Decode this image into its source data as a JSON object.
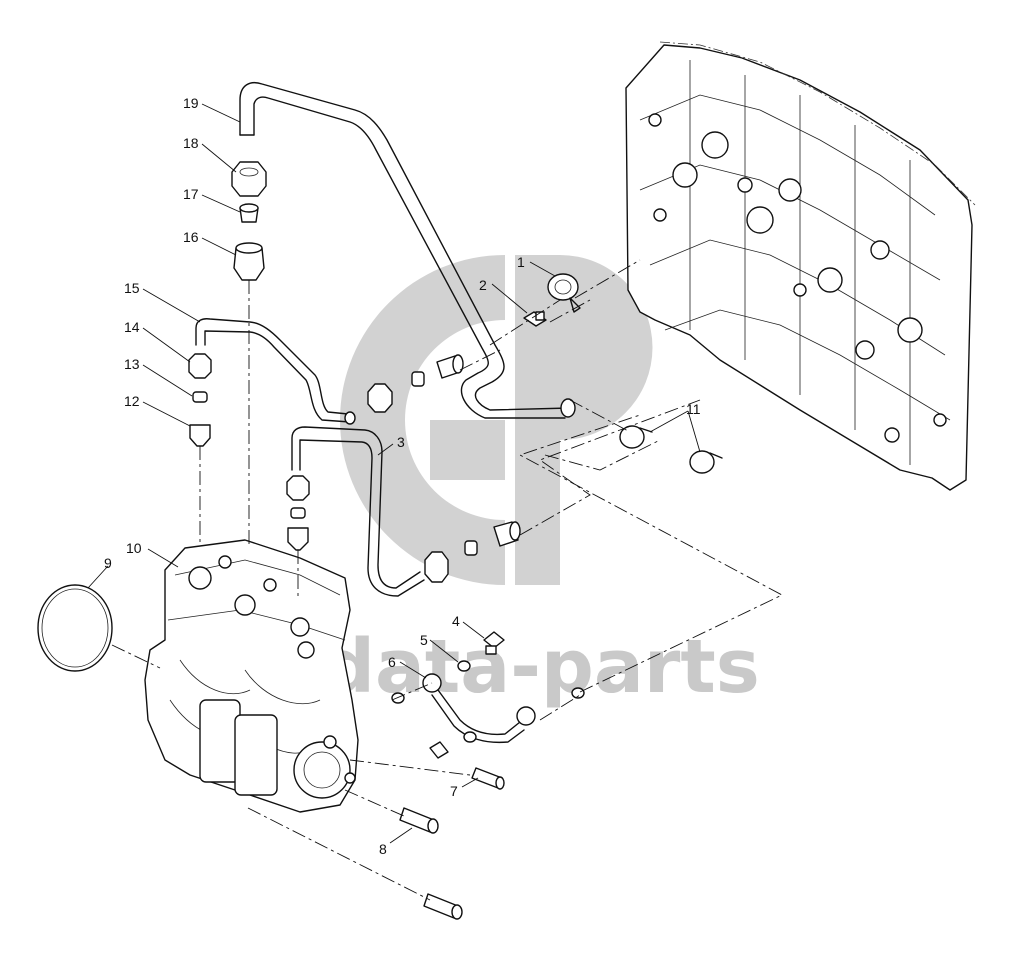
{
  "diagram": {
    "watermark_text": "data-parts",
    "callouts": [
      {
        "id": "1",
        "label": "1"
      },
      {
        "id": "2",
        "label": "2"
      },
      {
        "id": "3",
        "label": "3"
      },
      {
        "id": "4",
        "label": "4"
      },
      {
        "id": "5",
        "label": "5"
      },
      {
        "id": "6",
        "label": "6"
      },
      {
        "id": "7",
        "label": "7"
      },
      {
        "id": "8",
        "label": "8"
      },
      {
        "id": "9",
        "label": "9"
      },
      {
        "id": "10",
        "label": "10"
      },
      {
        "id": "11",
        "label": "11"
      },
      {
        "id": "12",
        "label": "12"
      },
      {
        "id": "13",
        "label": "13"
      },
      {
        "id": "14",
        "label": "14"
      },
      {
        "id": "15",
        "label": "15"
      },
      {
        "id": "16",
        "label": "16"
      },
      {
        "id": "17",
        "label": "17"
      },
      {
        "id": "18",
        "label": "18"
      },
      {
        "id": "19",
        "label": "19"
      }
    ],
    "colors": {
      "line": "#111111",
      "watermark": "#c9c9c9",
      "background": "#ffffff"
    }
  }
}
